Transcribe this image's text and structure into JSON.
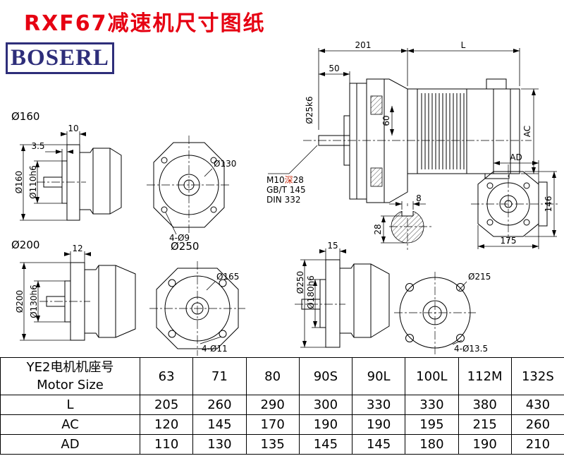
{
  "page": {
    "title": "RXF67减速机尺寸图纸",
    "logo": "BOSERL"
  },
  "drawing": {
    "group_labels": {
      "d160": "Ø160",
      "d200": "Ø200",
      "d250": "Ø250"
    },
    "main_view": {
      "dim_length_201": "201",
      "dim_length_L": "L",
      "dim_shaft_len_50": "50",
      "dim_shaft_dia": "Ø25k6",
      "dim_bore_60": "60",
      "dim_motor_AC": "AC",
      "note_thread": "M10",
      "note_depth_char": "深",
      "note_depth_val": "28",
      "note_std_gb": "GB/T 145",
      "note_std_din": "DIN 332"
    },
    "view160_side": {
      "dim_flange_thk": "10",
      "dim_step": "3.5",
      "dim_flange_od": "Ø160",
      "dim_pilot": "Ø110h6"
    },
    "view160_front": {
      "dim_circle": "Ø130",
      "dim_holes": "4-Ø9"
    },
    "view_top": {
      "dim_AD": "AD",
      "dim_height_146": "146",
      "dim_width_175": "175"
    },
    "key_section": {
      "dim_key_width": "8",
      "dim_key_height": "28"
    },
    "view200_side": {
      "dim_flange_thk": "12",
      "dim_flange_od": "Ø200",
      "dim_pilot": "Ø130h6"
    },
    "view200_front": {
      "dim_circle": "Ø165",
      "dim_holes": "4-Ø11"
    },
    "view250_side": {
      "dim_flange_thk": "15",
      "dim_flange_od": "Ø250",
      "dim_pilot": "Ø180h6"
    },
    "view250_front": {
      "dim_circle": "Ø215",
      "dim_holes": "4-Ø13.5"
    }
  },
  "table": {
    "header": {
      "label_line1": "YE2电机机座号",
      "label_line2": "Motor Size",
      "sizes": [
        "63",
        "71",
        "80",
        "90S",
        "90L",
        "100L",
        "112M",
        "132S"
      ]
    },
    "rows": [
      {
        "label": "L",
        "values": [
          "205",
          "260",
          "290",
          "300",
          "330",
          "330",
          "380",
          "430"
        ]
      },
      {
        "label": "AC",
        "values": [
          "120",
          "145",
          "170",
          "190",
          "190",
          "195",
          "215",
          "260"
        ]
      },
      {
        "label": "AD",
        "values": [
          "110",
          "130",
          "135",
          "145",
          "145",
          "180",
          "190",
          "210"
        ]
      }
    ]
  }
}
